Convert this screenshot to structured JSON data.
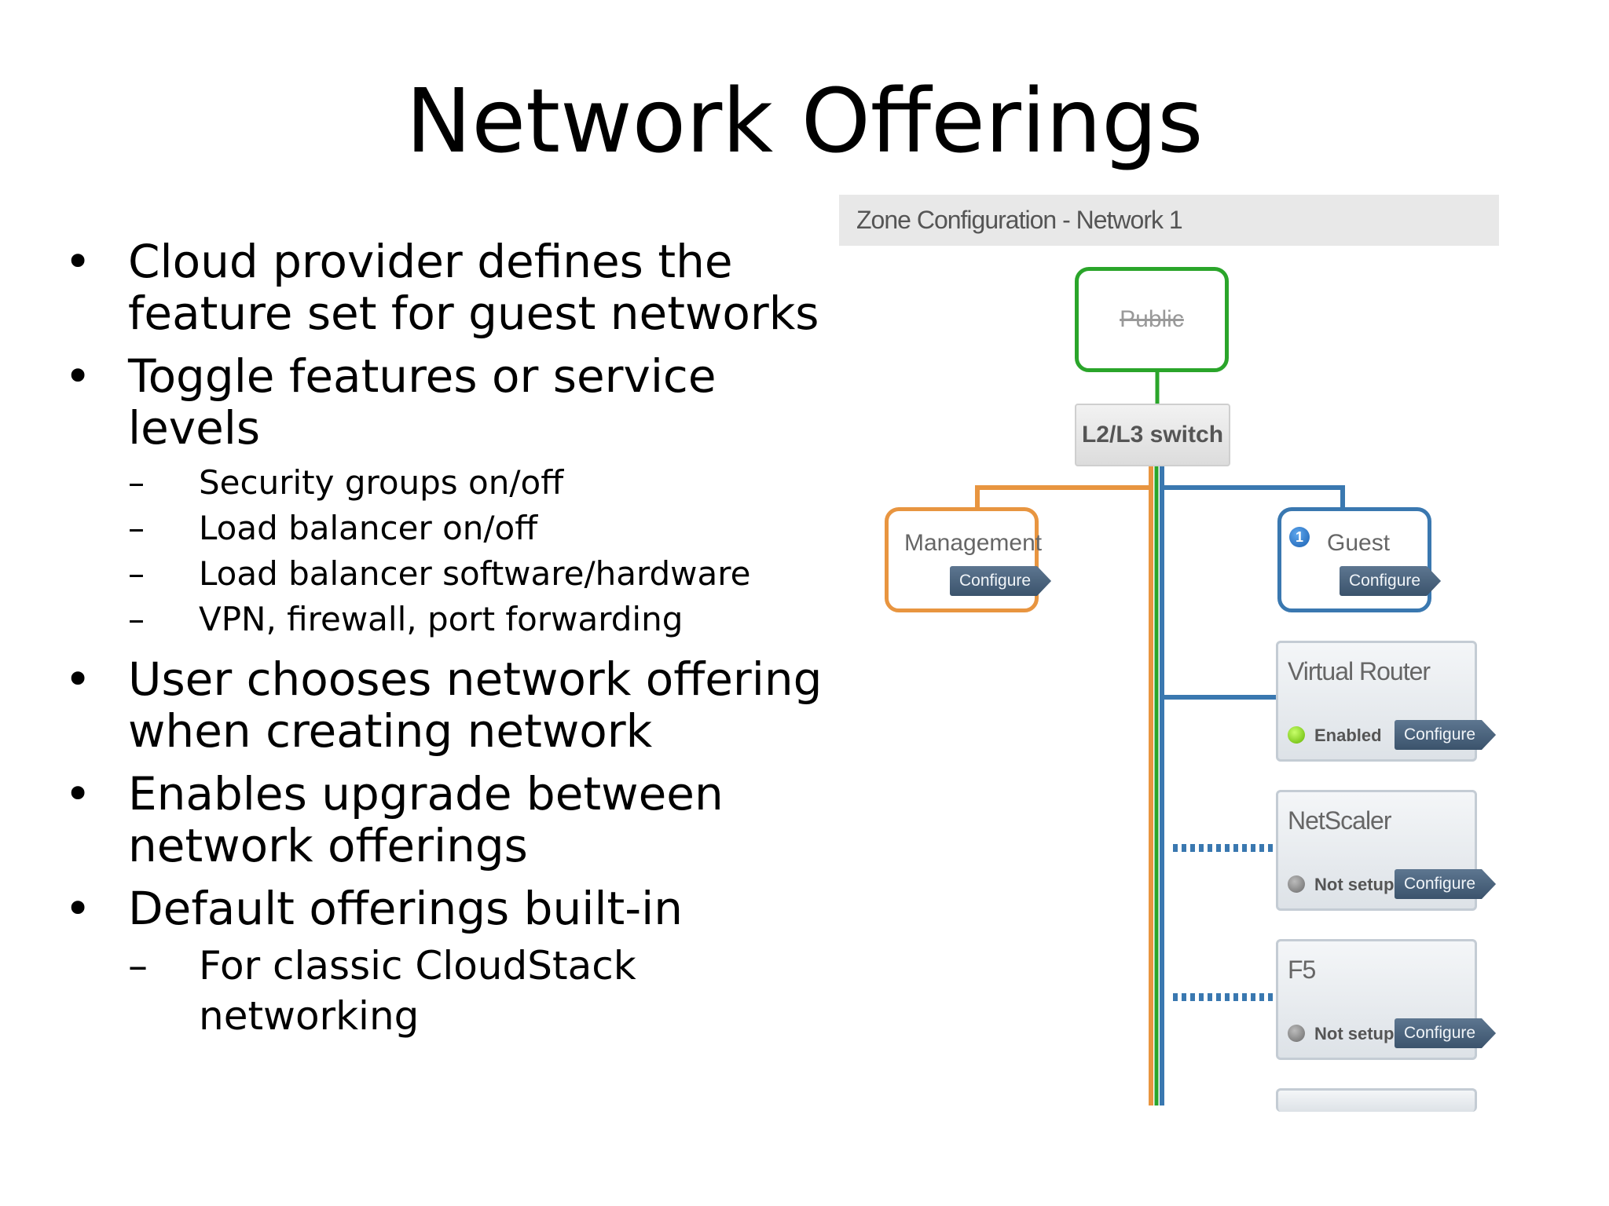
{
  "slide": {
    "title": "Network Offerings",
    "bullets": [
      {
        "text": "Cloud provider defines the feature set for guest networks",
        "subs": []
      },
      {
        "text": "Toggle features or service levels",
        "subs": [
          "Security groups on/off",
          "Load balancer on/off",
          "Load balancer software/hardware",
          "VPN, firewall, port forwarding"
        ]
      },
      {
        "text": "User chooses network offering when creating network",
        "subs": []
      },
      {
        "text": "Enables upgrade between network offerings",
        "subs": []
      },
      {
        "text": "Default offerings built-in",
        "subs": [
          "For classic CloudStack networking"
        ]
      }
    ]
  },
  "diagram": {
    "header": "Zone Configuration - Network 1",
    "public_label": "Public",
    "switch_label": "L2/L3 switch",
    "management": {
      "label": "Management",
      "button": "Configure"
    },
    "guest": {
      "label": "Guest",
      "badge": "1",
      "button": "Configure"
    },
    "providers": [
      {
        "name": "Virtual Router",
        "status": "Enabled",
        "button": "Configure"
      },
      {
        "name": "NetScaler",
        "status": "Not setup",
        "button": "Configure"
      },
      {
        "name": "F5",
        "status": "Not setup",
        "button": "Configure"
      }
    ],
    "colors": {
      "public": "#2aa52a",
      "management": "#e89540",
      "guest": "#3a78b0",
      "enabled": "#62b400",
      "not_setup": "#6a6a6a"
    },
    "icons": {
      "info": "info-icon",
      "status": "status-led-icon",
      "configure": "arrow-button-icon"
    }
  }
}
